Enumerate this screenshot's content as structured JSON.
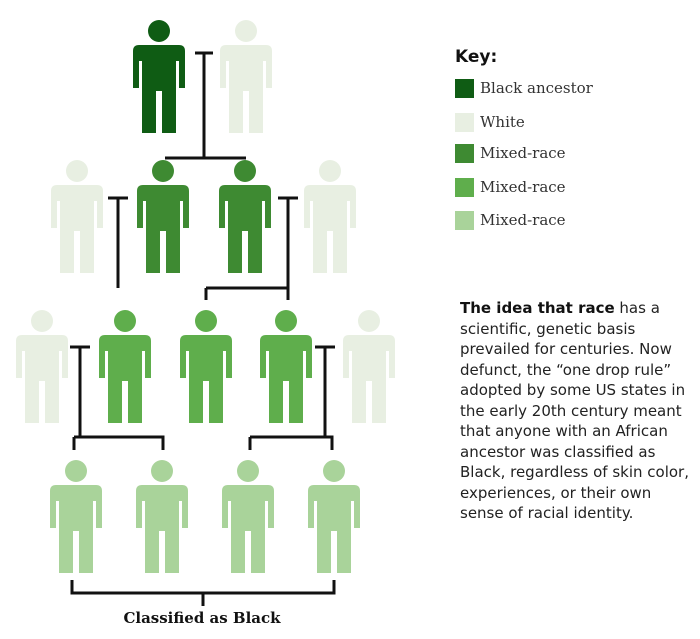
{
  "key": {
    "title": "Key:",
    "items": [
      {
        "label": "Black ancestor",
        "color": "#0f5c14"
      },
      {
        "label": "White",
        "color": "#e8efe2"
      },
      {
        "label": "Mixed-race",
        "color": "#3e8a32"
      },
      {
        "label": "Mixed-race",
        "color": "#5fae4c"
      },
      {
        "label": "Mixed-race",
        "color": "#a9d39a"
      }
    ]
  },
  "description": {
    "lead": "The idea that race",
    "body": " has a scientific, genetic basis prevailed for centuries. Now defunct, the “one drop rule” adopted by some US states in the early 20th century meant that anyone with an African ancestor was classified as Black, regardless of skin color, experiences, or their own sense of racial identity."
  },
  "bottom_label": "Classified as Black",
  "colors": {
    "black": "#0f5c14",
    "white": "#e8efe2",
    "mixed1": "#3e8a32",
    "mixed2": "#5fae4c",
    "mixed3": "#a9d39a",
    "line": "#111111"
  }
}
